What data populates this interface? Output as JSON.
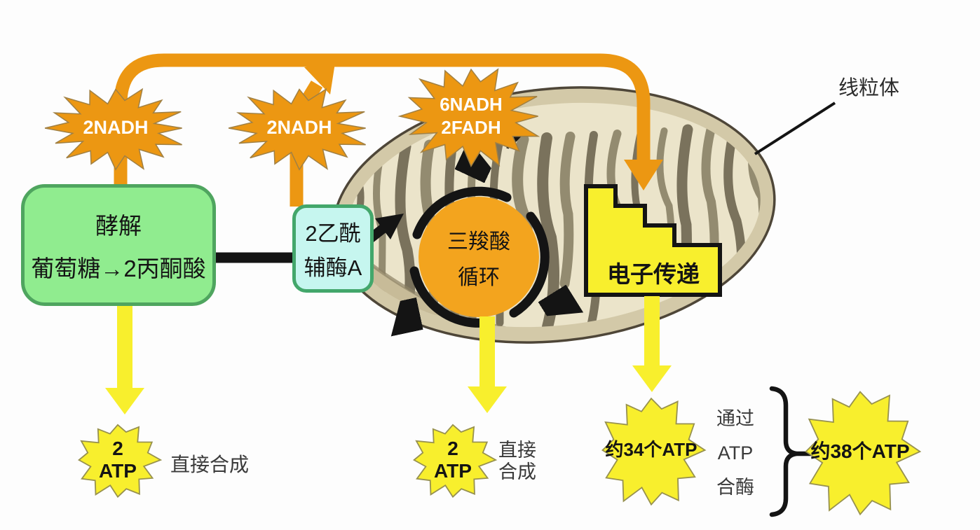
{
  "colors": {
    "orange": "#EC9712",
    "tca_orange": "#F3A41E",
    "yellow": "#F8EF2D",
    "green_fill": "#90EC8F",
    "green_border": "#4FA55F",
    "cyan_fill": "#C6F6EF",
    "cyan_border": "#43A76B",
    "burst_stroke": "#A08044",
    "star_stroke": "#97914F",
    "ink": "#141414",
    "label": "#3A3A3A",
    "mito_fill": "#D3C9A8",
    "mito_inner": "#EBE4CA",
    "mito_dark_a": "#6E6550",
    "mito_dark_b": "#8A8166",
    "mito_bowl": "#C7BB98",
    "mito_outline": "#4E4638"
  },
  "mito_label": "线粒体",
  "nodes": {
    "glycolysis": {
      "line1": "酵解",
      "line2": "葡萄糖→2丙酮酸"
    },
    "acetyl_coa": {
      "line1": "2乙酰",
      "line2": "辅酶A"
    },
    "tca": {
      "line1": "三羧酸",
      "line2": "循环"
    },
    "etc": {
      "label": "电子传递"
    }
  },
  "bursts": {
    "glycolysis_nadh": "2NADH",
    "pyruvate_nadh": "2NADH",
    "tca_nadh": {
      "line1": "6NADH",
      "line2": "2FADH"
    }
  },
  "outputs": {
    "glycolysis_atp": {
      "line1": "2",
      "line2": "ATP"
    },
    "glycolysis_note": "直接合成",
    "tca_atp": {
      "line1": "2",
      "line2": "ATP"
    },
    "tca_note": {
      "line1": "直接",
      "line2": "合成"
    },
    "etc_atp": "约34个ATP",
    "etc_note": {
      "line1": "通过",
      "line2": "ATP",
      "line3": "合酶"
    },
    "total_atp": "约38个ATP"
  }
}
